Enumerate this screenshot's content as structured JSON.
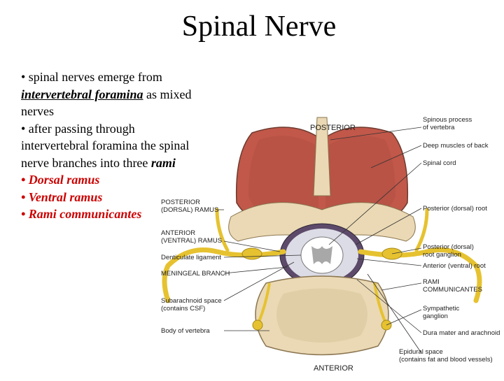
{
  "slide": {
    "title": "Spinal Nerve",
    "bullets": {
      "b1_a": "• spinal nerves emerge from",
      "b1_b_emph": "intervertebral foramina",
      "b1_b_rest": " as mixed",
      "b1_c": "nerves",
      "b2_a": "• after passing through",
      "b2_b": "intervertebral foramina the spinal",
      "b2_c_a": "nerve branches into three ",
      "b2_c_rami": "rami",
      "b3": "• Dorsal ramus",
      "b4": "• Ventral ramus",
      "b5": "• Rami communicantes"
    }
  },
  "figure": {
    "labels": {
      "posterior_top": "POSTERIOR",
      "anterior_bottom": "ANTERIOR",
      "spinous_process": "Spinous process\nof vertebra",
      "deep_muscles": "Deep muscles of back",
      "spinal_cord": "Spinal cord",
      "posterior_root": "Posterior (dorsal) root",
      "posterior_root_ganglion": "Posterior (dorsal)\nroot ganglion",
      "anterior_root": "Anterior (ventral) root",
      "rami_communicantes": "RAMI\nCOMMUNICANTES",
      "sympathetic_ganglion": "Sympathetic\nganglion",
      "dura_mater": "Dura mater and arachnoid",
      "epidural_space": "Epidural space\n(contains fat and blood vessels)",
      "posterior_dorsal_ramus": "POSTERIOR\n(DORSAL) RAMUS",
      "anterior_ventral_ramus": "ANTERIOR\n(VENTRAL) RAMUS",
      "denticulate_ligament": "Denticulate ligament",
      "meningeal_branch": "MENINGEAL BRANCH",
      "subarachnoid_space": "Subarachnoid space\n(contains CSF)",
      "body_of_vertebra": "Body of vertebra"
    },
    "colors": {
      "muscle": "#c1584a",
      "bone": "#ead9b4",
      "nerve": "#e6c230",
      "cord_white": "#ffffff",
      "cord_gray": "#a8a8a8",
      "dura": "#5d4a6a"
    }
  }
}
